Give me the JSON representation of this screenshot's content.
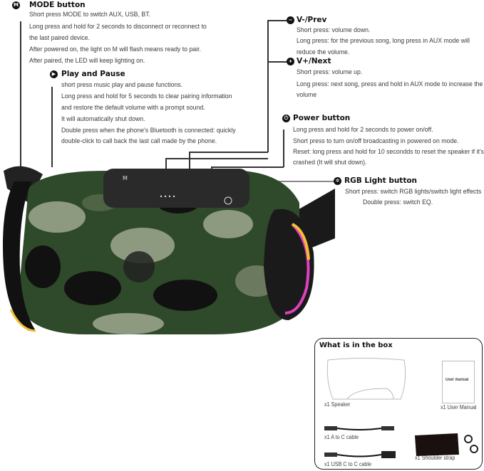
{
  "mode": {
    "title": "MODE button",
    "icon": "mode-m-icon",
    "icon_text": "M",
    "lines": [
      "Short press MODE to switch AUX, USB, BT.",
      "Long press and hold for 2 seconds to disconnect or reconnect to",
      "the last paired device.",
      "After powered on, the light on M will flash means ready to pair.",
      "After paired, the LED will keep lighting on."
    ]
  },
  "play": {
    "title": "Play and Pause",
    "icon": "play-icon",
    "lines": [
      "short press music play and pause functions.",
      "Long press and hold for 5 seconds to clear pairing information",
      "and restore the default volume with a prompt sound.",
      "It will automatically shut down.",
      "Double press when the phone's Bluetooth is connected: quickly",
      "double-click to call back the last call made by the phone."
    ]
  },
  "vminus": {
    "title": "V-/Prev",
    "icon": "minus-icon",
    "lines": [
      "Short press: volume down.",
      "Long press: for the previous song, long press in AUX mode will",
      "reduce the volume."
    ]
  },
  "vplus": {
    "title": "V+/Next",
    "icon": "plus-icon",
    "lines": [
      "Short press: volume up.",
      "Long press: next song, press and hold in AUX mode to increase the",
      "volume"
    ]
  },
  "power": {
    "title": "Power button",
    "icon": "power-icon",
    "lines": [
      "Long press and hold for 2 seconds to power on/off.",
      "Short press to turn on/off broadcasting in powered on mode.",
      "Reset: long press and hold for 10 secondds to reset the speaker if it's",
      "crashed (It will shut down)."
    ]
  },
  "rgb": {
    "title": "RGB Light button",
    "icon": "rgb-light-icon",
    "lines": [
      "Short press: switch RGB lights/switch light effects",
      "Double press: switch EQ."
    ]
  },
  "speaker": {
    "button_label": "M",
    "colors": {
      "camo_dark": "#2f4a2a",
      "camo_light": "#8e9a80",
      "body": "#1c1c1c",
      "light_pink": "#e040c0",
      "light_yellow": "#f5c030"
    }
  },
  "box": {
    "title": "What is in the box",
    "manual_cover": "User manual",
    "items": [
      "x1 Speaker",
      "x1 User Manual",
      "x1 A to C cable",
      "x1 USB C to C cable",
      "x1 Shoulder strap"
    ]
  }
}
